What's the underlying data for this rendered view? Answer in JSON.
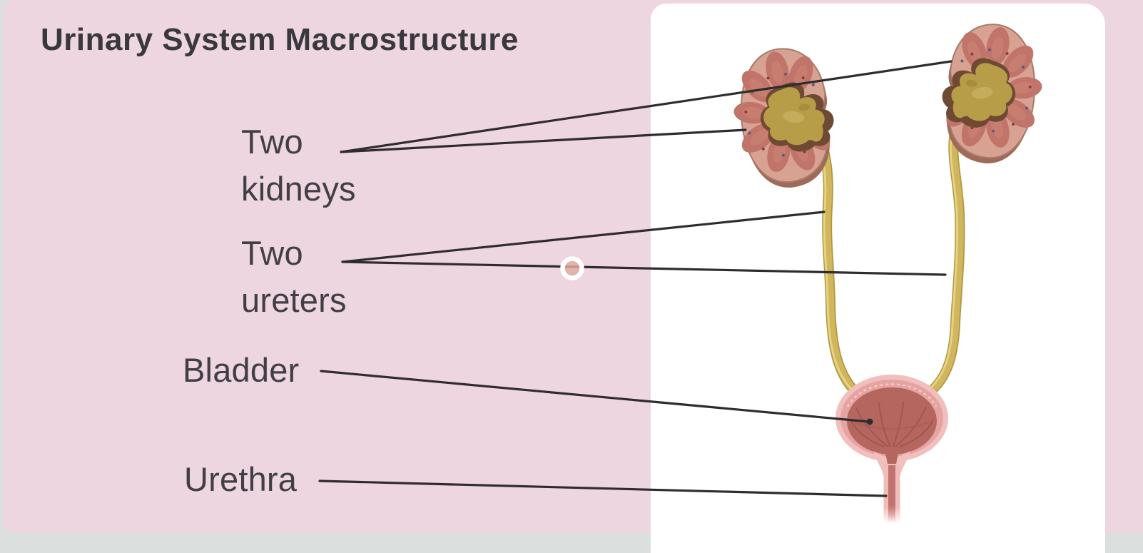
{
  "slide": {
    "title": "Urinary System Macrostructure",
    "labels": [
      {
        "name": "two-kidneys",
        "lines": [
          "Two",
          "kidneys"
        ]
      },
      {
        "name": "two-ureters",
        "lines": [
          "Two",
          "ureters"
        ]
      },
      {
        "name": "bladder",
        "lines": [
          "Bladder"
        ]
      },
      {
        "name": "urethra",
        "lines": [
          "Urethra"
        ]
      }
    ],
    "diagram_parts": [
      "left-kidney",
      "right-kidney",
      "left-ureter",
      "right-ureter",
      "bladder",
      "urethra"
    ],
    "cursor": {
      "type": "click-indicator"
    },
    "colors": {
      "background_pink": "#edd6e0",
      "panel_white": "#ffffff",
      "title_dark": "#39383c",
      "text_dark": "#413f45",
      "leader_line": "#2e2c2e",
      "kidney_cortex": "#d7a292",
      "kidney_pyramid": "#c0746a",
      "renal_pelvis": "#b79d48",
      "ureter": "#d0b65c",
      "bladder_wall": "#f1bfbc",
      "bladder_interior": "#b5665f",
      "cursor_fill": "#dfaba0",
      "edge_strip_bottom": "#dbe0df"
    }
  }
}
